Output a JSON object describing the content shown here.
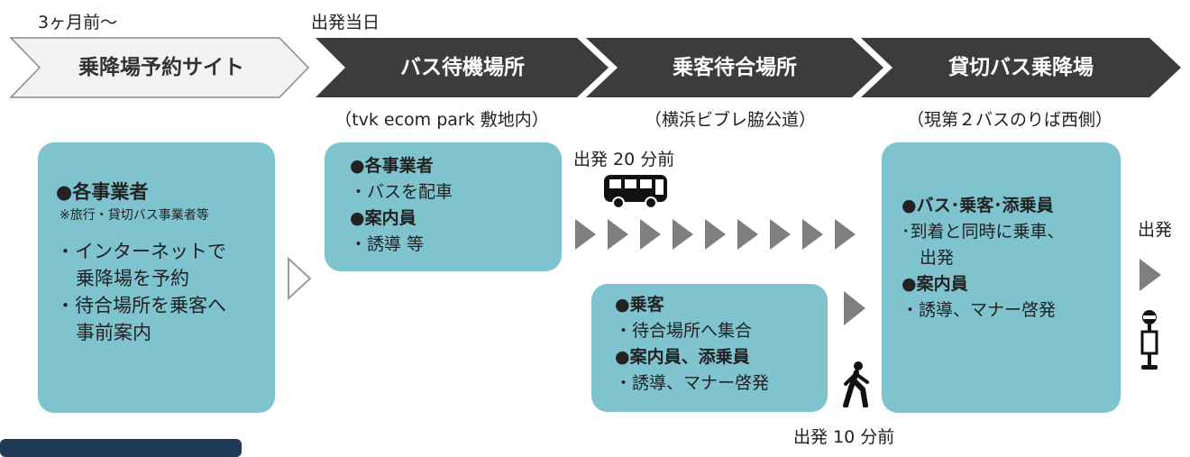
{
  "timeline": {
    "left_label": "3ヶ月前〜",
    "day_label": "出発当日"
  },
  "steps": [
    {
      "label": "乗降場予約サイト"
    },
    {
      "label": "バス待機場所"
    },
    {
      "label": "乗客待合場所"
    },
    {
      "label": "貸切バス乗降場"
    }
  ],
  "locations": {
    "bus_wait": "（tvk ecom park 敷地内）",
    "passenger_wait": "（横浜ビブレ脇公道）",
    "boarding": "（現第２バスのりば西側）"
  },
  "cards": {
    "operators": {
      "title": "●各事業者",
      "note": "※旅行・貸切バス事業者等",
      "lines": [
        "・インターネットで",
        "乗降場を予約",
        "・待合場所を乗客へ",
        "事前案内"
      ]
    },
    "bus_wait": {
      "title1": "●各事業者",
      "line1": "・バスを配車",
      "title2": "●案内員",
      "line2": "・誘導  等"
    },
    "passengers": {
      "title1": "●乗客",
      "line1": "・待合場所へ集合",
      "title2": "●案内員、添乗員",
      "line2": "・誘導、マナー啓発"
    },
    "boarding": {
      "title1": "●バス･乗客･添乗員",
      "line1a": "･到着と同時に乗車、",
      "line1b": "出発",
      "title2": "●案内員",
      "line2": "・誘導、マナー啓発"
    }
  },
  "notes": {
    "bus_time": "出発 20 分前",
    "walk_time": "出発 10 分前",
    "depart": "出発"
  },
  "colors": {
    "step_fill": "#3c3c3c",
    "first_step_fill": "#f2f2f2",
    "card_fill": "#7fc3cf",
    "arrow_gray": "#7f7f7f"
  },
  "icons": [
    "bus-icon",
    "pedestrian-icon",
    "bus-stop-icon"
  ]
}
